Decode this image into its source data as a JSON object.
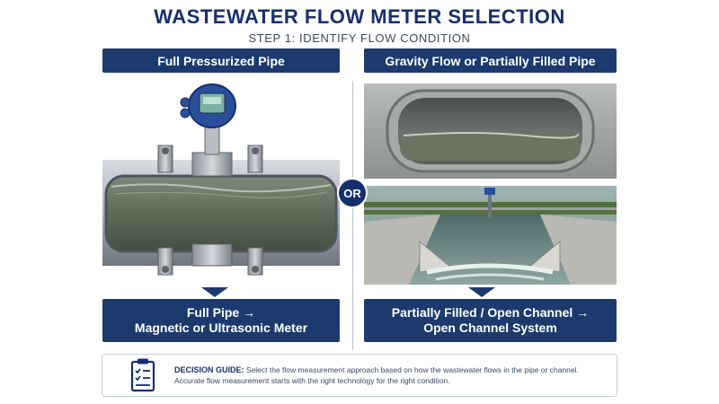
{
  "title": "WASTEWATER FLOW METER SELECTION",
  "subtitle": "STEP 1: IDENTIFY FLOW CONDITION",
  "left": {
    "header": "Full Pressurized Pipe",
    "result_line1": "Full Pipe →",
    "result_line2": "Magnetic or Ultrasonic Meter"
  },
  "right": {
    "header": "Gravity Flow or Partially Filled Pipe",
    "result_line1": "Partially Filled / Open Channel →",
    "result_line2": "Open Channel System"
  },
  "or_label": "OR",
  "guide": {
    "label": "DECISION GUIDE:",
    "text1": "Select the flow measurement approach based on how the wastewater flows in the pipe or channel.",
    "text2": "Accurate flow measurement starts with the right technology for the right condition.",
    "icon": "clipboard-checklist-icon"
  },
  "colors": {
    "navy": "#1d3a6e",
    "title": "#16306b"
  }
}
